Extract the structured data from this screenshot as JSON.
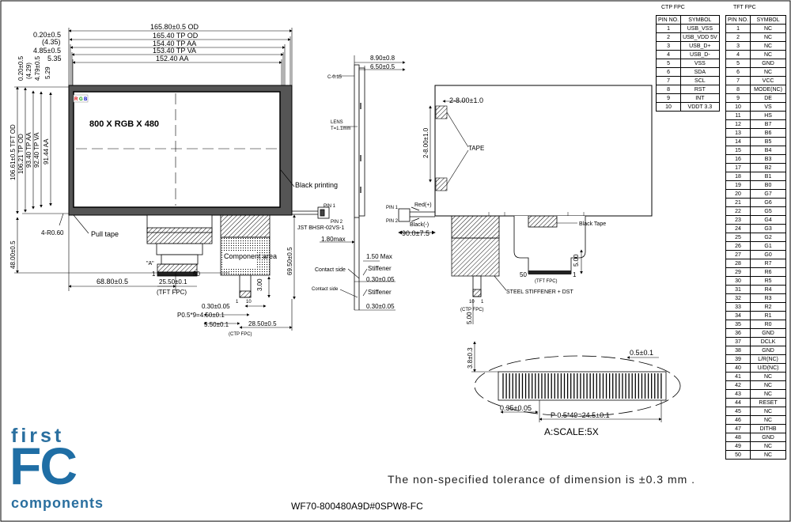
{
  "drawing": {
    "dims_width": [
      "165.80±0.5 OD",
      "165.40 TP OD",
      "154.40 TP AA",
      "153.40 TP VA",
      "152.40 AA"
    ],
    "dims_left_offsets": [
      "0.20±0.5",
      "(4.35)",
      "4.85±0.5",
      "5.35"
    ],
    "dims_vertical_top": [
      "0.20±0.5",
      "(4.29)",
      "4.79±0.5",
      "5.29"
    ],
    "dims_height": [
      "106.61±0.5 TFT OD",
      "106.21 TP OD",
      "93.40 TP AA",
      "92.40 TP VA",
      "91.44 AA"
    ],
    "resolution_label": "800 X  RGB X 480",
    "rgb": [
      "R",
      "G",
      "B"
    ],
    "black_printing": "Black printing",
    "pull_tape": "Pull tape",
    "radius": "4-R0.60",
    "dim_48": "48.00±0.5",
    "dim_6880": "68.80±0.5",
    "dim_2550": "25.50±0.1",
    "tft_fpc_label": "(TFT FPC)",
    "a_label": "\"A\"",
    "pin1_left": "1",
    "pin50_left": "50",
    "component_area": "Component area",
    "dim_6950": "69.50±0.5",
    "dim_300": "3.00",
    "dim_030": "0.30±0.05",
    "dim_p05": "P0.5*9=4.50±0.1",
    "dim_550": "5.50±0.1",
    "dim_2850": "28.50±0.5",
    "ctp_fpc_label": "(CTP FPC)",
    "pin1_ctp": "1",
    "pin10_ctp": "10",
    "connector": "JST BHSR-02VS-1",
    "pin1": "PIN 1",
    "pin2": "PIN 2",
    "side_thick": [
      "8.90±0.8",
      "6.50±0.5"
    ],
    "c015": "C-0.15",
    "lens": "LENS",
    "lens_t": "T=1.1mm",
    "dim_180": "1.80max",
    "dim_150": "1.50  Max",
    "contact_side": "Contact side",
    "stiffener": "Stiffener",
    "dim_030b": "0.30±0.05",
    "back_tape_dim": "2-8.00±1.0",
    "back_tape_dim_v": "2-8.00±1.0",
    "tape": "TAPE",
    "red": "Red(+)",
    "black": "Black(-)",
    "dim_90": "90.0±7.5",
    "black_tape": "Black Tape",
    "dim_500": "5.00",
    "pin50_back": "50",
    "pin1_back": "1",
    "tft_fpc_back": "(TFT FPC)",
    "steel": "STEEL STIFFENER + DST",
    "pin10_back": "10",
    "pin1_ctp_back": "1",
    "ctp_fpc_back": "(CTP FPC)",
    "dim_500b": "5.00",
    "detail_38": "3.8±0.3",
    "detail_05": "0.5±0.1",
    "detail_035": "0.35±0.05",
    "detail_p": "P 0.5*49=24.5±0.1",
    "detail_scale": "A:SCALE:5X"
  },
  "ctp_fpc": {
    "title": "CTP FPC",
    "headers": [
      "PIN NO.",
      "SYMBOL"
    ],
    "rows": [
      [
        "1",
        "USB_VSS"
      ],
      [
        "2",
        "USB_VDD 5V"
      ],
      [
        "3",
        "USB_D+"
      ],
      [
        "4",
        "USB_D-"
      ],
      [
        "5",
        "VSS"
      ],
      [
        "6",
        "SDA"
      ],
      [
        "7",
        "SCL"
      ],
      [
        "8",
        "RST"
      ],
      [
        "9",
        "INT"
      ],
      [
        "10",
        "VDDT 3.3"
      ]
    ]
  },
  "tft_fpc": {
    "title": "TFT FPC",
    "headers": [
      "PIN NO.",
      "SYMBOL"
    ],
    "rows": [
      [
        "1",
        "NC"
      ],
      [
        "2",
        "NC"
      ],
      [
        "3",
        "NC"
      ],
      [
        "4",
        "NC"
      ],
      [
        "5",
        "GND"
      ],
      [
        "6",
        "NC"
      ],
      [
        "7",
        "VCC"
      ],
      [
        "8",
        "MODE(NC)"
      ],
      [
        "9",
        "DE"
      ],
      [
        "10",
        "VS"
      ],
      [
        "11",
        "HS"
      ],
      [
        "12",
        "B7"
      ],
      [
        "13",
        "B6"
      ],
      [
        "14",
        "B5"
      ],
      [
        "15",
        "B4"
      ],
      [
        "16",
        "B3"
      ],
      [
        "17",
        "B2"
      ],
      [
        "18",
        "B1"
      ],
      [
        "19",
        "B0"
      ],
      [
        "20",
        "G7"
      ],
      [
        "21",
        "G6"
      ],
      [
        "22",
        "G5"
      ],
      [
        "23",
        "G4"
      ],
      [
        "24",
        "G3"
      ],
      [
        "25",
        "G2"
      ],
      [
        "26",
        "G1"
      ],
      [
        "27",
        "G0"
      ],
      [
        "28",
        "R7"
      ],
      [
        "29",
        "R6"
      ],
      [
        "30",
        "R5"
      ],
      [
        "31",
        "R4"
      ],
      [
        "32",
        "R3"
      ],
      [
        "33",
        "R2"
      ],
      [
        "34",
        "R1"
      ],
      [
        "35",
        "R0"
      ],
      [
        "36",
        "GND"
      ],
      [
        "37",
        "DCLK"
      ],
      [
        "38",
        "GND"
      ],
      [
        "39",
        "L/R(NC)"
      ],
      [
        "40",
        "U/D(NC)"
      ],
      [
        "41",
        "NC"
      ],
      [
        "42",
        "NC"
      ],
      [
        "43",
        "NC"
      ],
      [
        "44",
        "RESET"
      ],
      [
        "45",
        "NC"
      ],
      [
        "46",
        "NC"
      ],
      [
        "47",
        "DITHB"
      ],
      [
        "48",
        "GND"
      ],
      [
        "49",
        "NC"
      ],
      [
        "50",
        "NC"
      ]
    ]
  },
  "logo": {
    "first": "first",
    "fc": "FC",
    "components": "components"
  },
  "footer": {
    "tolerance": "The non-specified tolerance of dimension is ±0.3 mm .",
    "drawing_number": "WF70-800480A9D#0SPW8-FC"
  }
}
